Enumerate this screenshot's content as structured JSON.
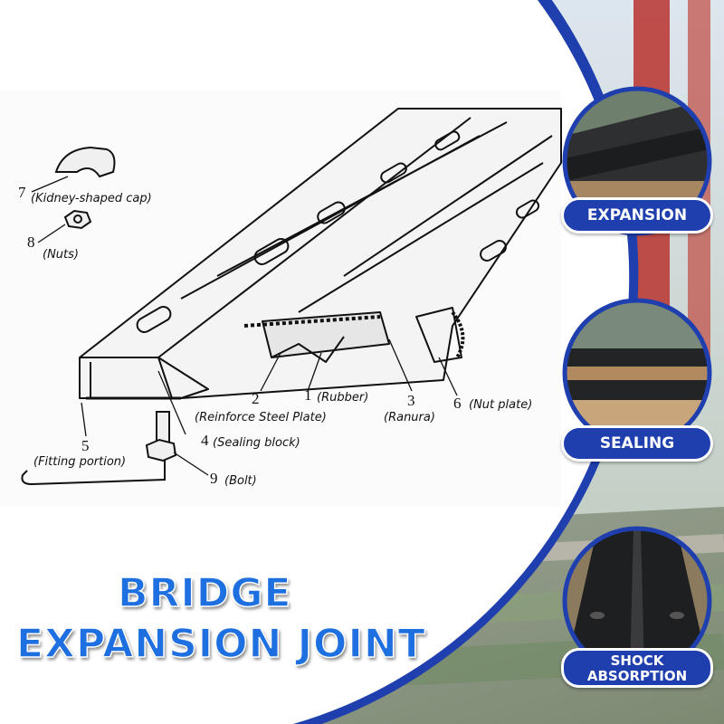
{
  "diagram": {
    "numbers": {
      "n1": "1",
      "n2": "2",
      "n3": "3",
      "n4": "4",
      "n5": "5",
      "n6": "6",
      "n7": "7",
      "n8": "8",
      "n9": "9"
    },
    "labels": {
      "l1": "(Rubber)",
      "l2": "(Reinforce Steel Plate)",
      "l3": "(Ranura)",
      "l4": "(Sealing block)",
      "l5": "(Fitting portion)",
      "l6": "(Nut plate)",
      "l7": "(Kidney-shaped cap)",
      "l8": "(Nuts)",
      "l9": "(Bolt)"
    }
  },
  "title": {
    "line1": "BRIDGE",
    "line2": "EXPANSION JOINT"
  },
  "badges": [
    "EXPANSION",
    "SEALING",
    "SHOCK ABSORPTION"
  ],
  "colors": {
    "frame_blue": "#1f3fae",
    "title_blue": "#1e6fe0",
    "bridge_red": "#b8332e"
  }
}
